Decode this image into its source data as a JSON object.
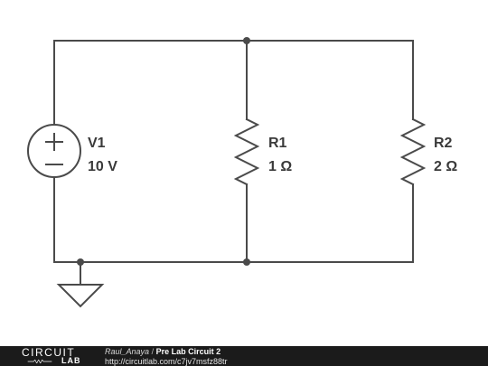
{
  "components": {
    "v1": {
      "name": "V1",
      "value": "10 V"
    },
    "r1": {
      "name": "R1",
      "value": "1 Ω"
    },
    "r2": {
      "name": "R2",
      "value": "2 Ω"
    }
  },
  "footer": {
    "logo_top": "CIRCUIT",
    "logo_bottom": "LAB",
    "user": "Raul_Anaya",
    "separator": "/",
    "title": "Pre Lab Circuit 2",
    "url": "http://circuitlab.com/c7jv7msfz88tr"
  },
  "colors": {
    "wire": "#4a4a4a",
    "footer_bg": "#1b1b1b",
    "text": "#3a3a3a"
  }
}
